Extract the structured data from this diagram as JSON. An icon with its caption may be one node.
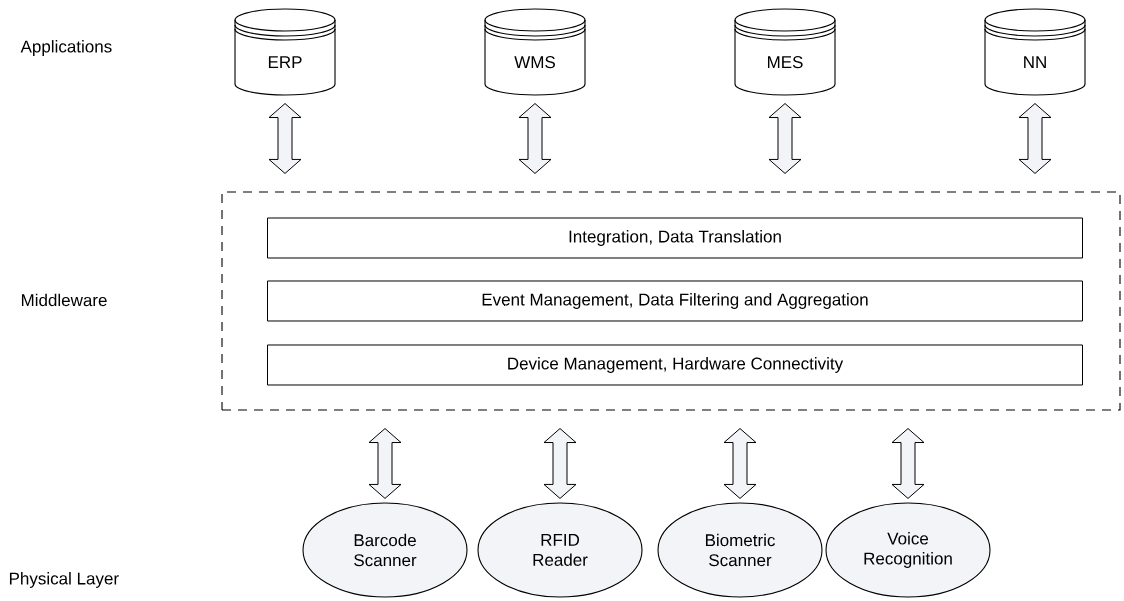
{
  "diagram": {
    "nodes": [
      {
        "text": [
          "ERP"
        ]
      },
      {
        "text": [
          "WMS"
        ]
      },
      {
        "text": [
          "MES"
        ]
      },
      {
        "text": [
          "NN"
        ]
      },
      {
        "text": [],
        "shape": "box"
      },
      {
        "text": [
          "Integration, Data Translation"
        ],
        "in": 4
      },
      {
        "text": [
          "Event Management, Data Filtering and Aggregation"
        ],
        "in": 4
      },
      {
        "text": [
          "Device Management, Hardware Connectivity"
        ],
        "in": 4
      },
      {
        "text": [
          "Barcode Scanner"
        ]
      },
      {
        "text": [
          "RFID Reader"
        ]
      },
      {
        "text": [
          "Biometric Scanner"
        ]
      },
      {
        "text": [
          "Voice Recognition"
        ]
      }
    ],
    "edges": [
      {
        "from": 0,
        "to": 4,
        "arrow": "both"
      },
      {
        "from": 1,
        "to": 4,
        "arrow": "both"
      },
      {
        "from": 2,
        "to": 4,
        "arrow": "both"
      },
      {
        "from": 3,
        "to": 4,
        "arrow": "both"
      },
      {
        "from": 4,
        "to": 8,
        "arrow": "both"
      },
      {
        "from": 4,
        "to": 9,
        "arrow": "both"
      },
      {
        "from": 4,
        "to": 10,
        "arrow": "both"
      },
      {
        "from": 4,
        "to": 11,
        "arrow": "both"
      }
    ],
    "labels": [
      "Applications",
      "Middleware",
      "Physical Layer"
    ]
  }
}
